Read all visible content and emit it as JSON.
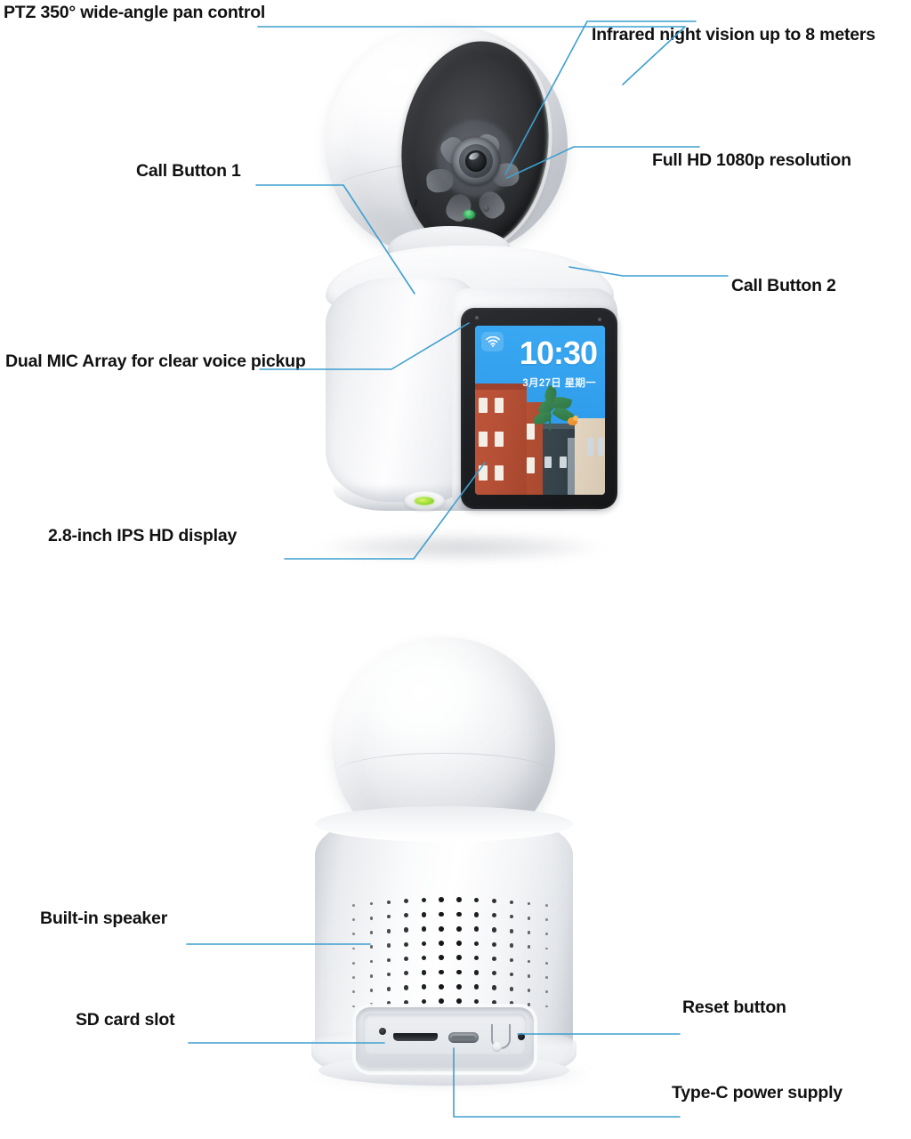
{
  "diagram": {
    "title": "PTZ camera feature annotation diagram",
    "leader_line_color": "#3f9fcf",
    "label_color": "#111111"
  },
  "callouts": [
    {
      "id": "ptz",
      "label": "PTZ 350° wide-angle pan control",
      "align": "left"
    },
    {
      "id": "ir",
      "label": "Infrared night vision up to 8 meters",
      "align": "left"
    },
    {
      "id": "call1",
      "label": "Call Button 1",
      "align": "left"
    },
    {
      "id": "fullhd",
      "label": "Full HD 1080p resolution",
      "align": "left"
    },
    {
      "id": "call2",
      "label": "Call Button 2",
      "align": "left"
    },
    {
      "id": "mic",
      "label": "Dual MIC Array for clear voice pickup",
      "align": "left"
    },
    {
      "id": "display",
      "label": "2.8-inch IPS HD display",
      "align": "left"
    },
    {
      "id": "speaker",
      "label": "Built-in speaker",
      "align": "left"
    },
    {
      "id": "sdcard",
      "label": "SD card slot",
      "align": "left"
    },
    {
      "id": "reset",
      "label": "Reset button",
      "align": "left"
    },
    {
      "id": "typec",
      "label": "Type-C power supply",
      "align": "left"
    }
  ],
  "device_screen": {
    "time": "10:30",
    "date": "3月27日 星期一",
    "wifi_icon": "wifi-icon",
    "wallpaper": "illustrated city buildings with plant and bird",
    "background_color": "#2e9bea"
  },
  "device": {
    "body_color": "#ffffff",
    "lens_color": "#2e3033",
    "call_button_1_led_color": "#a5e03c",
    "call_button_2_led_color": "#f2ec62",
    "status_led_color": "#2fa85a"
  }
}
